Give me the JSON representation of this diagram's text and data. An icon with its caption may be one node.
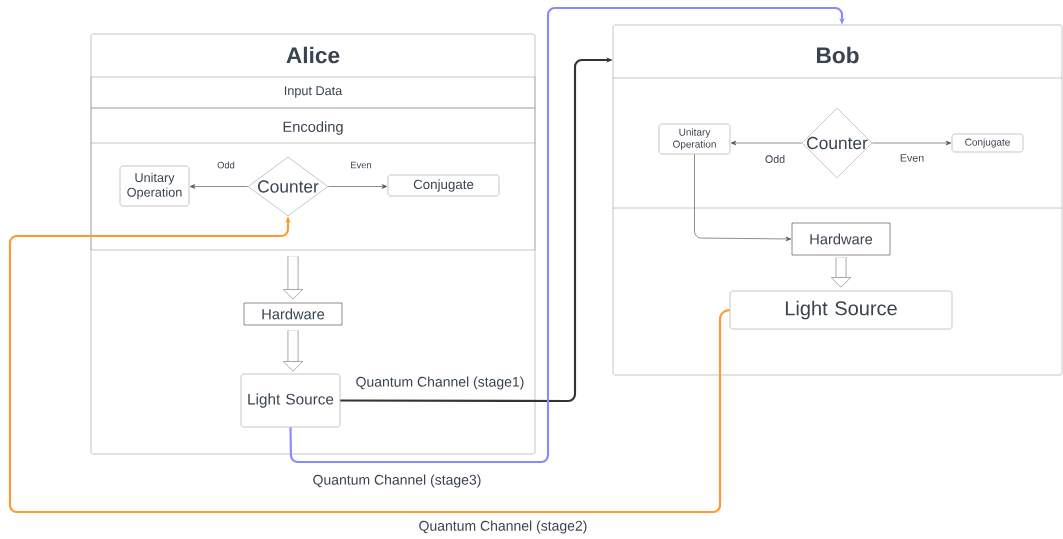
{
  "diagram": {
    "nodes": [
      {
        "text": [
          "Alice"
        ]
      },
      {
        "text": [
          "Input Data"
        ],
        "in": 0
      },
      {
        "text": [
          "Encoding"
        ],
        "in": 0
      },
      {
        "text": [
          "Unitary Operation"
        ],
        "in": 2
      },
      {
        "text": [
          "Counter"
        ],
        "in": 2
      },
      {
        "text": [
          "Conjugate"
        ],
        "in": 2
      },
      {
        "text": [
          "Hardware"
        ],
        "in": 0
      },
      {
        "text": [
          "Light Source"
        ],
        "in": 0
      },
      {
        "text": [
          "Bob"
        ]
      },
      {
        "text": [
          "Unitary Operation"
        ],
        "in": 8
      },
      {
        "text": [
          "Counter"
        ],
        "in": 8
      },
      {
        "text": [
          "Conjugate"
        ],
        "in": 8
      },
      {
        "text": [
          "Hardware"
        ],
        "in": 8
      },
      {
        "text": [
          "Light Source"
        ],
        "in": 8
      }
    ],
    "edges": [
      {
        "from": 4,
        "to": 3,
        "arrow": "to",
        "label": "Odd"
      },
      {
        "from": 4,
        "to": 5,
        "arrow": "to",
        "label": "Even"
      },
      {
        "from": 2,
        "to": 6,
        "arrow": "to",
        "style": "thick"
      },
      {
        "from": 6,
        "to": 7,
        "arrow": "to",
        "style": "thick"
      },
      {
        "from": 7,
        "to": 8,
        "arrow": "to",
        "label": "Quantum Channel  (stage1)",
        "color": "#333333"
      },
      {
        "from": 7,
        "to": 8,
        "arrow": "to",
        "label": "Quantum Channel  (stage3)",
        "color": "#8a8aff"
      },
      {
        "from": 13,
        "to": 4,
        "arrow": "to",
        "label": "Quantum Channel (stage2)",
        "color": "#ff9933"
      },
      {
        "from": 10,
        "to": 9,
        "arrow": "to",
        "label": "Odd"
      },
      {
        "from": 10,
        "to": 11,
        "arrow": "to",
        "label": "Even"
      },
      {
        "from": 9,
        "to": 12,
        "arrow": "to"
      },
      {
        "from": 12,
        "to": 13,
        "arrow": "to",
        "style": "thick"
      }
    ]
  }
}
